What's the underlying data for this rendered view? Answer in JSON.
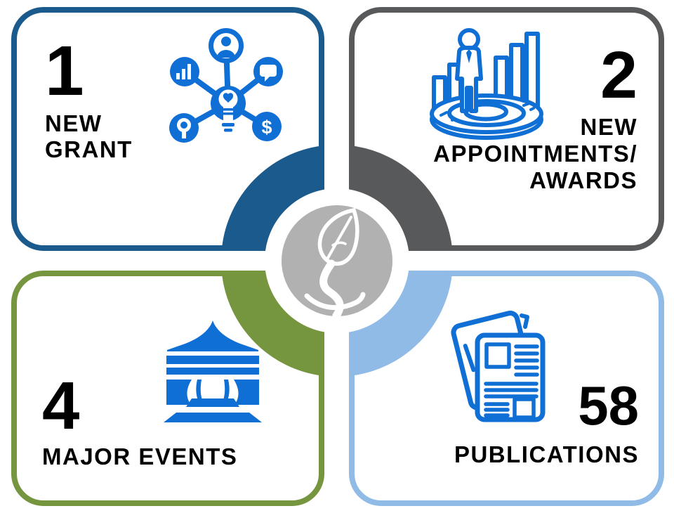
{
  "page": {
    "background": "#ffffff",
    "type": "summary-infographic"
  },
  "cards": [
    {
      "id": "new-grant",
      "position": "top-left",
      "accent_color": "#1A5A8C",
      "value": "1",
      "label_lines": [
        "NEW",
        "GRANT"
      ],
      "icon": "idea-network-icon",
      "icon_color": "#0F6FD4"
    },
    {
      "id": "new-appointments-awards",
      "position": "top-right",
      "accent_color": "#58595B",
      "value": "2",
      "label_lines": [
        "NEW",
        "APPOINTMENTS/",
        "AWARDS"
      ],
      "icon": "person-target-chart-icon",
      "icon_color": "#0F6FD4"
    },
    {
      "id": "major-events",
      "position": "bottom-left",
      "accent_color": "#76953F",
      "value": "4",
      "label_lines": [
        "MAJOR EVENTS"
      ],
      "icon": "event-tent-icon",
      "icon_color": "#0F6FD4"
    },
    {
      "id": "publications",
      "position": "bottom-right",
      "accent_color": "#8FBBE6",
      "value": "58",
      "label_lines": [
        "PUBLICATIONS"
      ],
      "icon": "newspapers-icon",
      "icon_color": "#0F6FD4"
    }
  ],
  "center": {
    "icon": "sprout-icon",
    "background_color": "#B1B1B1",
    "icon_color": "#FFFFFF"
  },
  "glyphs": {
    "dollar": "$"
  }
}
